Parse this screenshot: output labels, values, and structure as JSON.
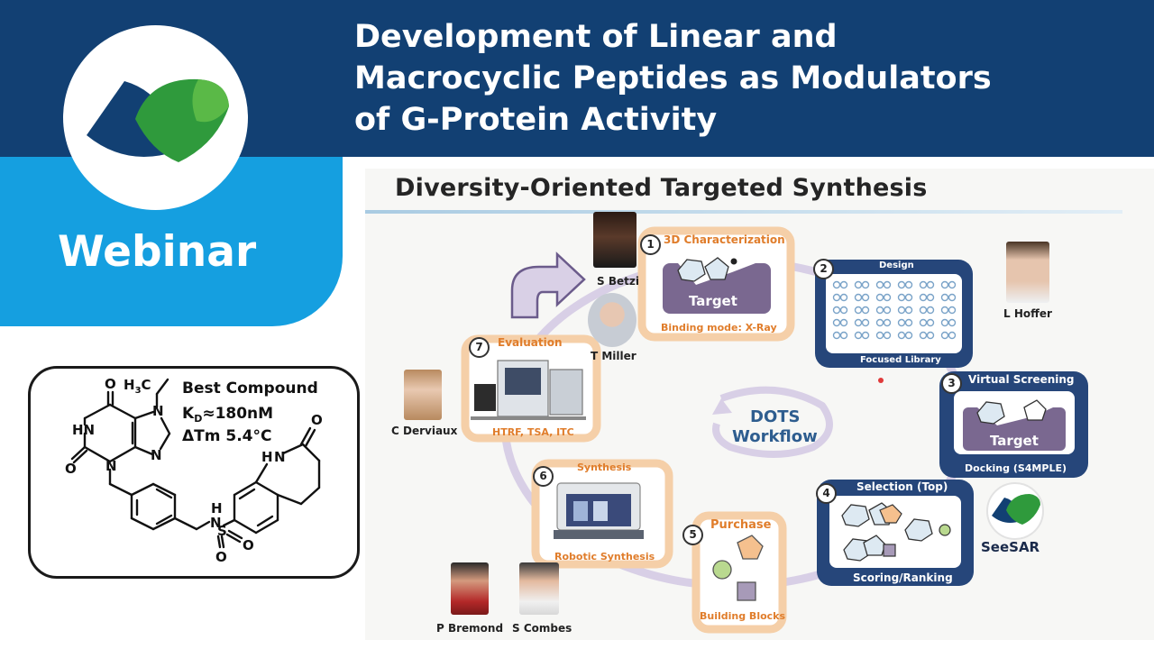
{
  "header": {
    "title_lines": [
      "Development of Linear and",
      "Macrocyclic Peptides as Modulators",
      "of G-Protein Activity"
    ]
  },
  "brand": {
    "label": "Webinar",
    "colors": {
      "dark_blue": "#124073",
      "light_blue": "#159fe0",
      "green": "#2f9a3c"
    }
  },
  "compound": {
    "title": "Best Compound",
    "kd_prefix": "K",
    "kd_sub": "D",
    "kd_value": "≈180nM",
    "tm": "ΔTm 5.4°C",
    "atoms": {
      "h3c": "H",
      "h3c_sub": "3",
      "h3c_c": "C",
      "o1": "O",
      "o2": "O",
      "o3": "O",
      "hn": "HN",
      "n_top": "N",
      "n_right": "N",
      "n_bottom": "N",
      "nh_lactam": "N",
      "h_lactam": "H",
      "n_amide": "N",
      "h_amide": "H",
      "s": "S",
      "o_s1": "O",
      "o_s2": "O"
    }
  },
  "slide": {
    "title": "Diversity-Oriented Targeted Synthesis",
    "center_top": "DOTS",
    "center_bottom": "Workflow",
    "steps": [
      {
        "num": "1",
        "title": "3D Characterization",
        "target": "Target",
        "caption": "Binding mode: X-Ray"
      },
      {
        "num": "2",
        "title": "Design",
        "caption": "Focused Library"
      },
      {
        "num": "3",
        "title": "Virtual Screening",
        "target": "Target",
        "caption": "Docking (S4MPLE)"
      },
      {
        "num": "4",
        "title": "Selection (Top)",
        "caption": "Scoring/Ranking"
      },
      {
        "num": "5",
        "title": "Purchase",
        "caption": "Building Blocks"
      },
      {
        "num": "6",
        "title": "Synthesis",
        "caption": "Robotic Synthesis"
      },
      {
        "num": "7",
        "title": "Evaluation",
        "caption": "HTRF, TSA, ITC"
      }
    ],
    "people": {
      "betzi": "S Betzi",
      "miller": "T Miller",
      "hoffer": "L Hoffer",
      "derviaux": "C Derviaux",
      "bremond": "P Bremond",
      "combes": "S Combes"
    },
    "seesar": "SeeSAR"
  }
}
